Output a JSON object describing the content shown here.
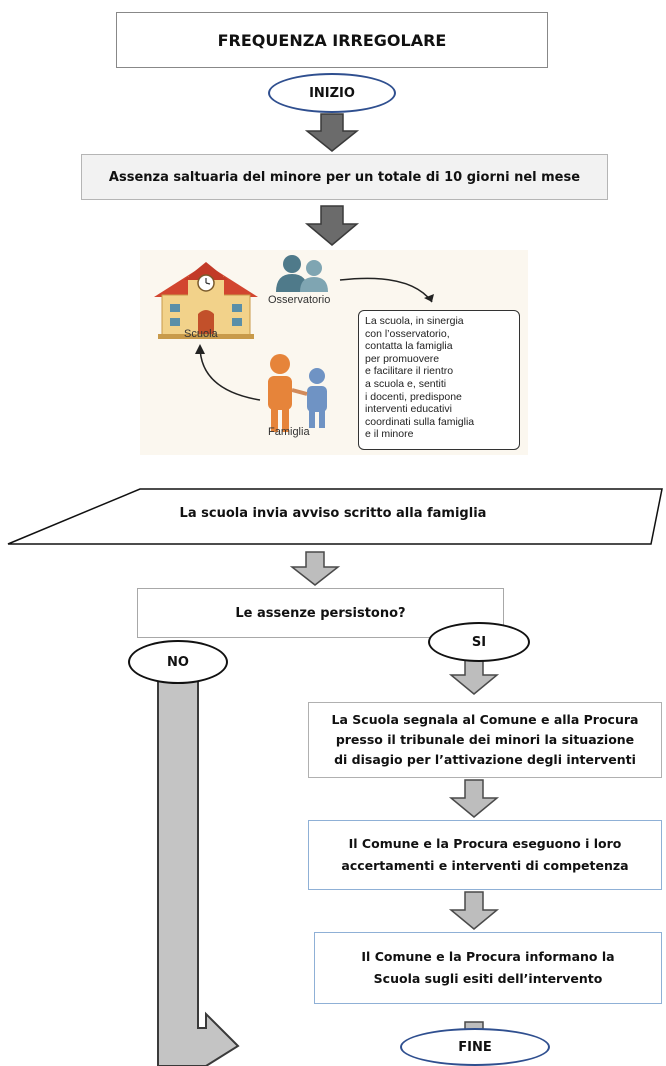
{
  "title": "FREQUENZA IRREGOLARE",
  "start": "INIZIO",
  "step1": "Assenza saltuaria del minore per un totale di 10 giorni nel mese",
  "illustration": {
    "school_label": "Scuola",
    "observatory_label": "Osservatorio",
    "family_label": "Famiglia",
    "callout": "La scuola, in sinergia\ncon l’osservatorio,\ncontatta la famiglia\nper promuovere\ne facilitare il rientro\na scuola e, sentiti\ni docenti, predispone\ninterventi educativi\ncoordinati sulla famiglia\ne il minore"
  },
  "step2": "La scuola invia avviso scritto alla famiglia",
  "decision": "Le assenze persistono?",
  "no_label": "NO",
  "yes_label": "SI",
  "yes_steps": [
    "La Scuola segnala al Comune e alla Procura\npresso il tribunale dei minori la situazione\ndi disagio per l’attivazione degli interventi",
    "Il Comune e la Procura eseguono i loro\naccertamenti e interventi di competenza",
    "Il Comune e la Procura informano la\nScuola  sugli esiti dell’intervento"
  ],
  "end": "FINE",
  "colors": {
    "ellipse_border": "#2f4f8f",
    "dark_arrow": "#6b6b6b",
    "light_arrow": "#bdbdbd",
    "step1_bg": "#f2f2f2"
  }
}
